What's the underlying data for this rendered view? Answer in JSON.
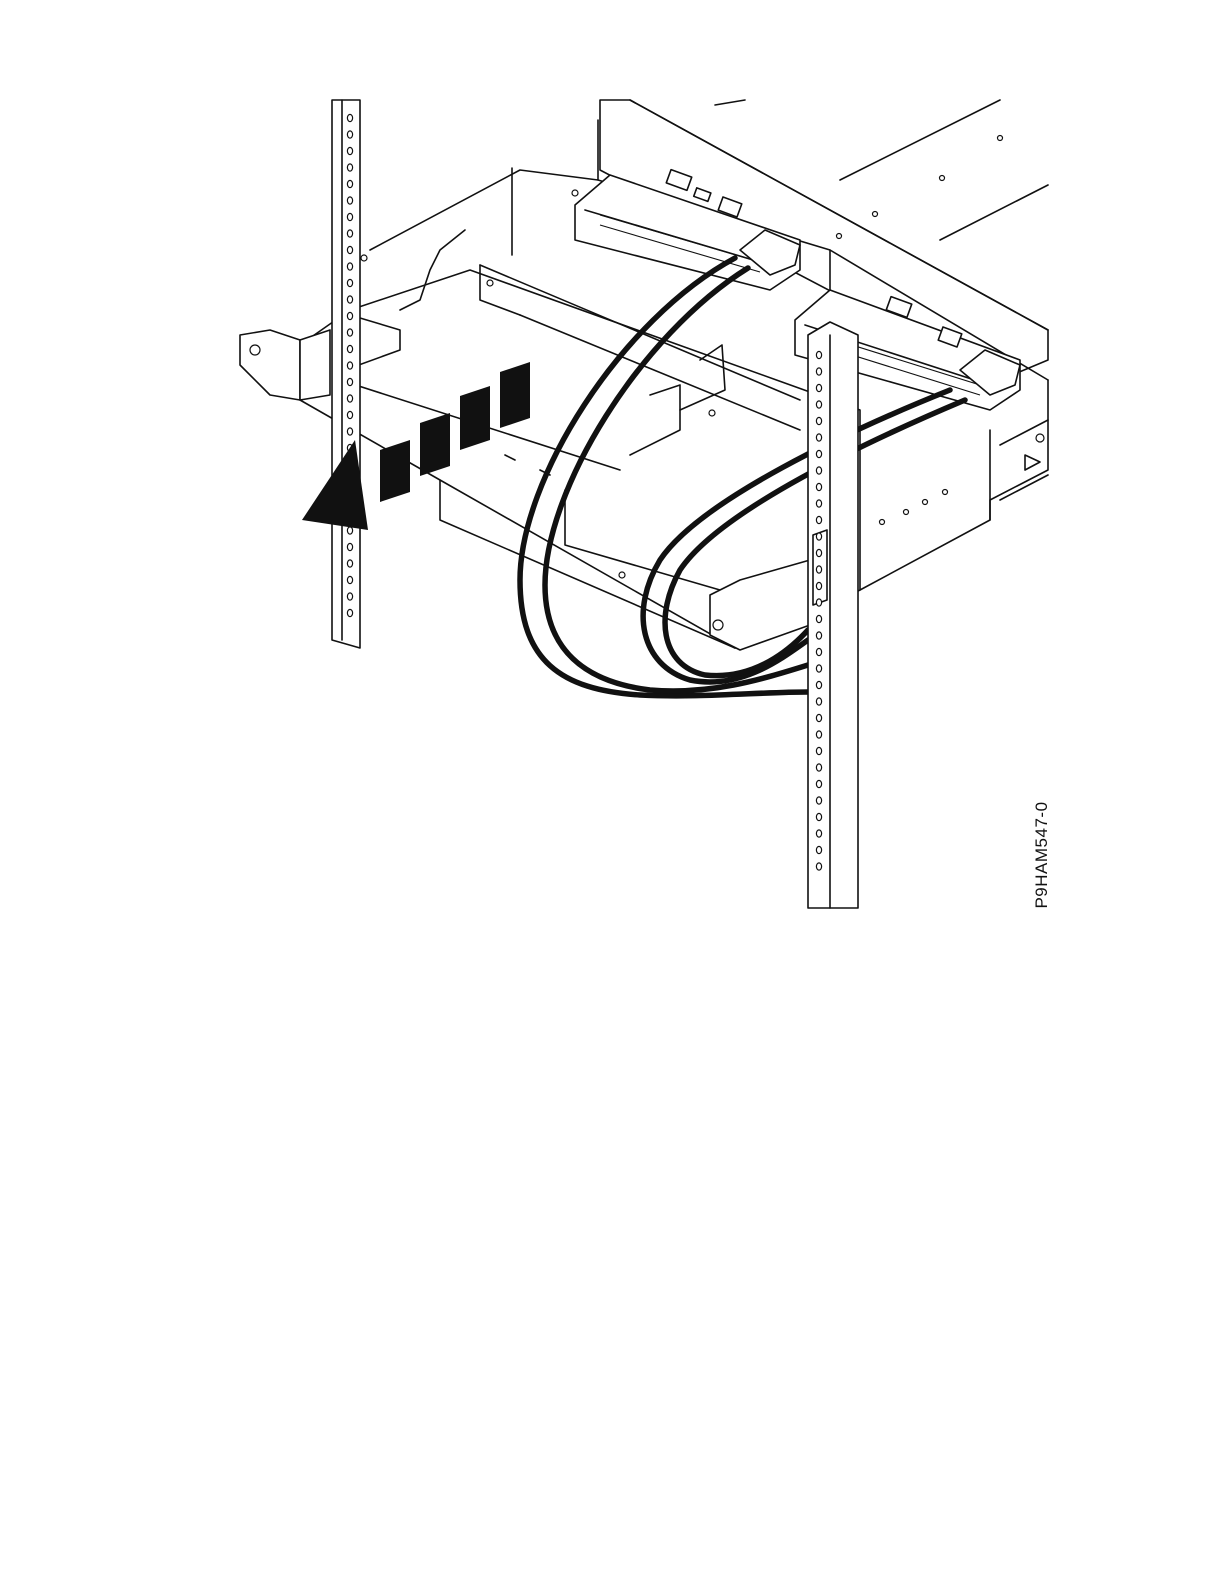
{
  "figure": {
    "figure_id": "P9HAM547-0",
    "icons": [
      "rack-rail-left",
      "rack-rail-right",
      "server-chassis-icon",
      "cable-management-arm-icon",
      "cable-bundle-icon",
      "direction-arrow-icon"
    ]
  }
}
